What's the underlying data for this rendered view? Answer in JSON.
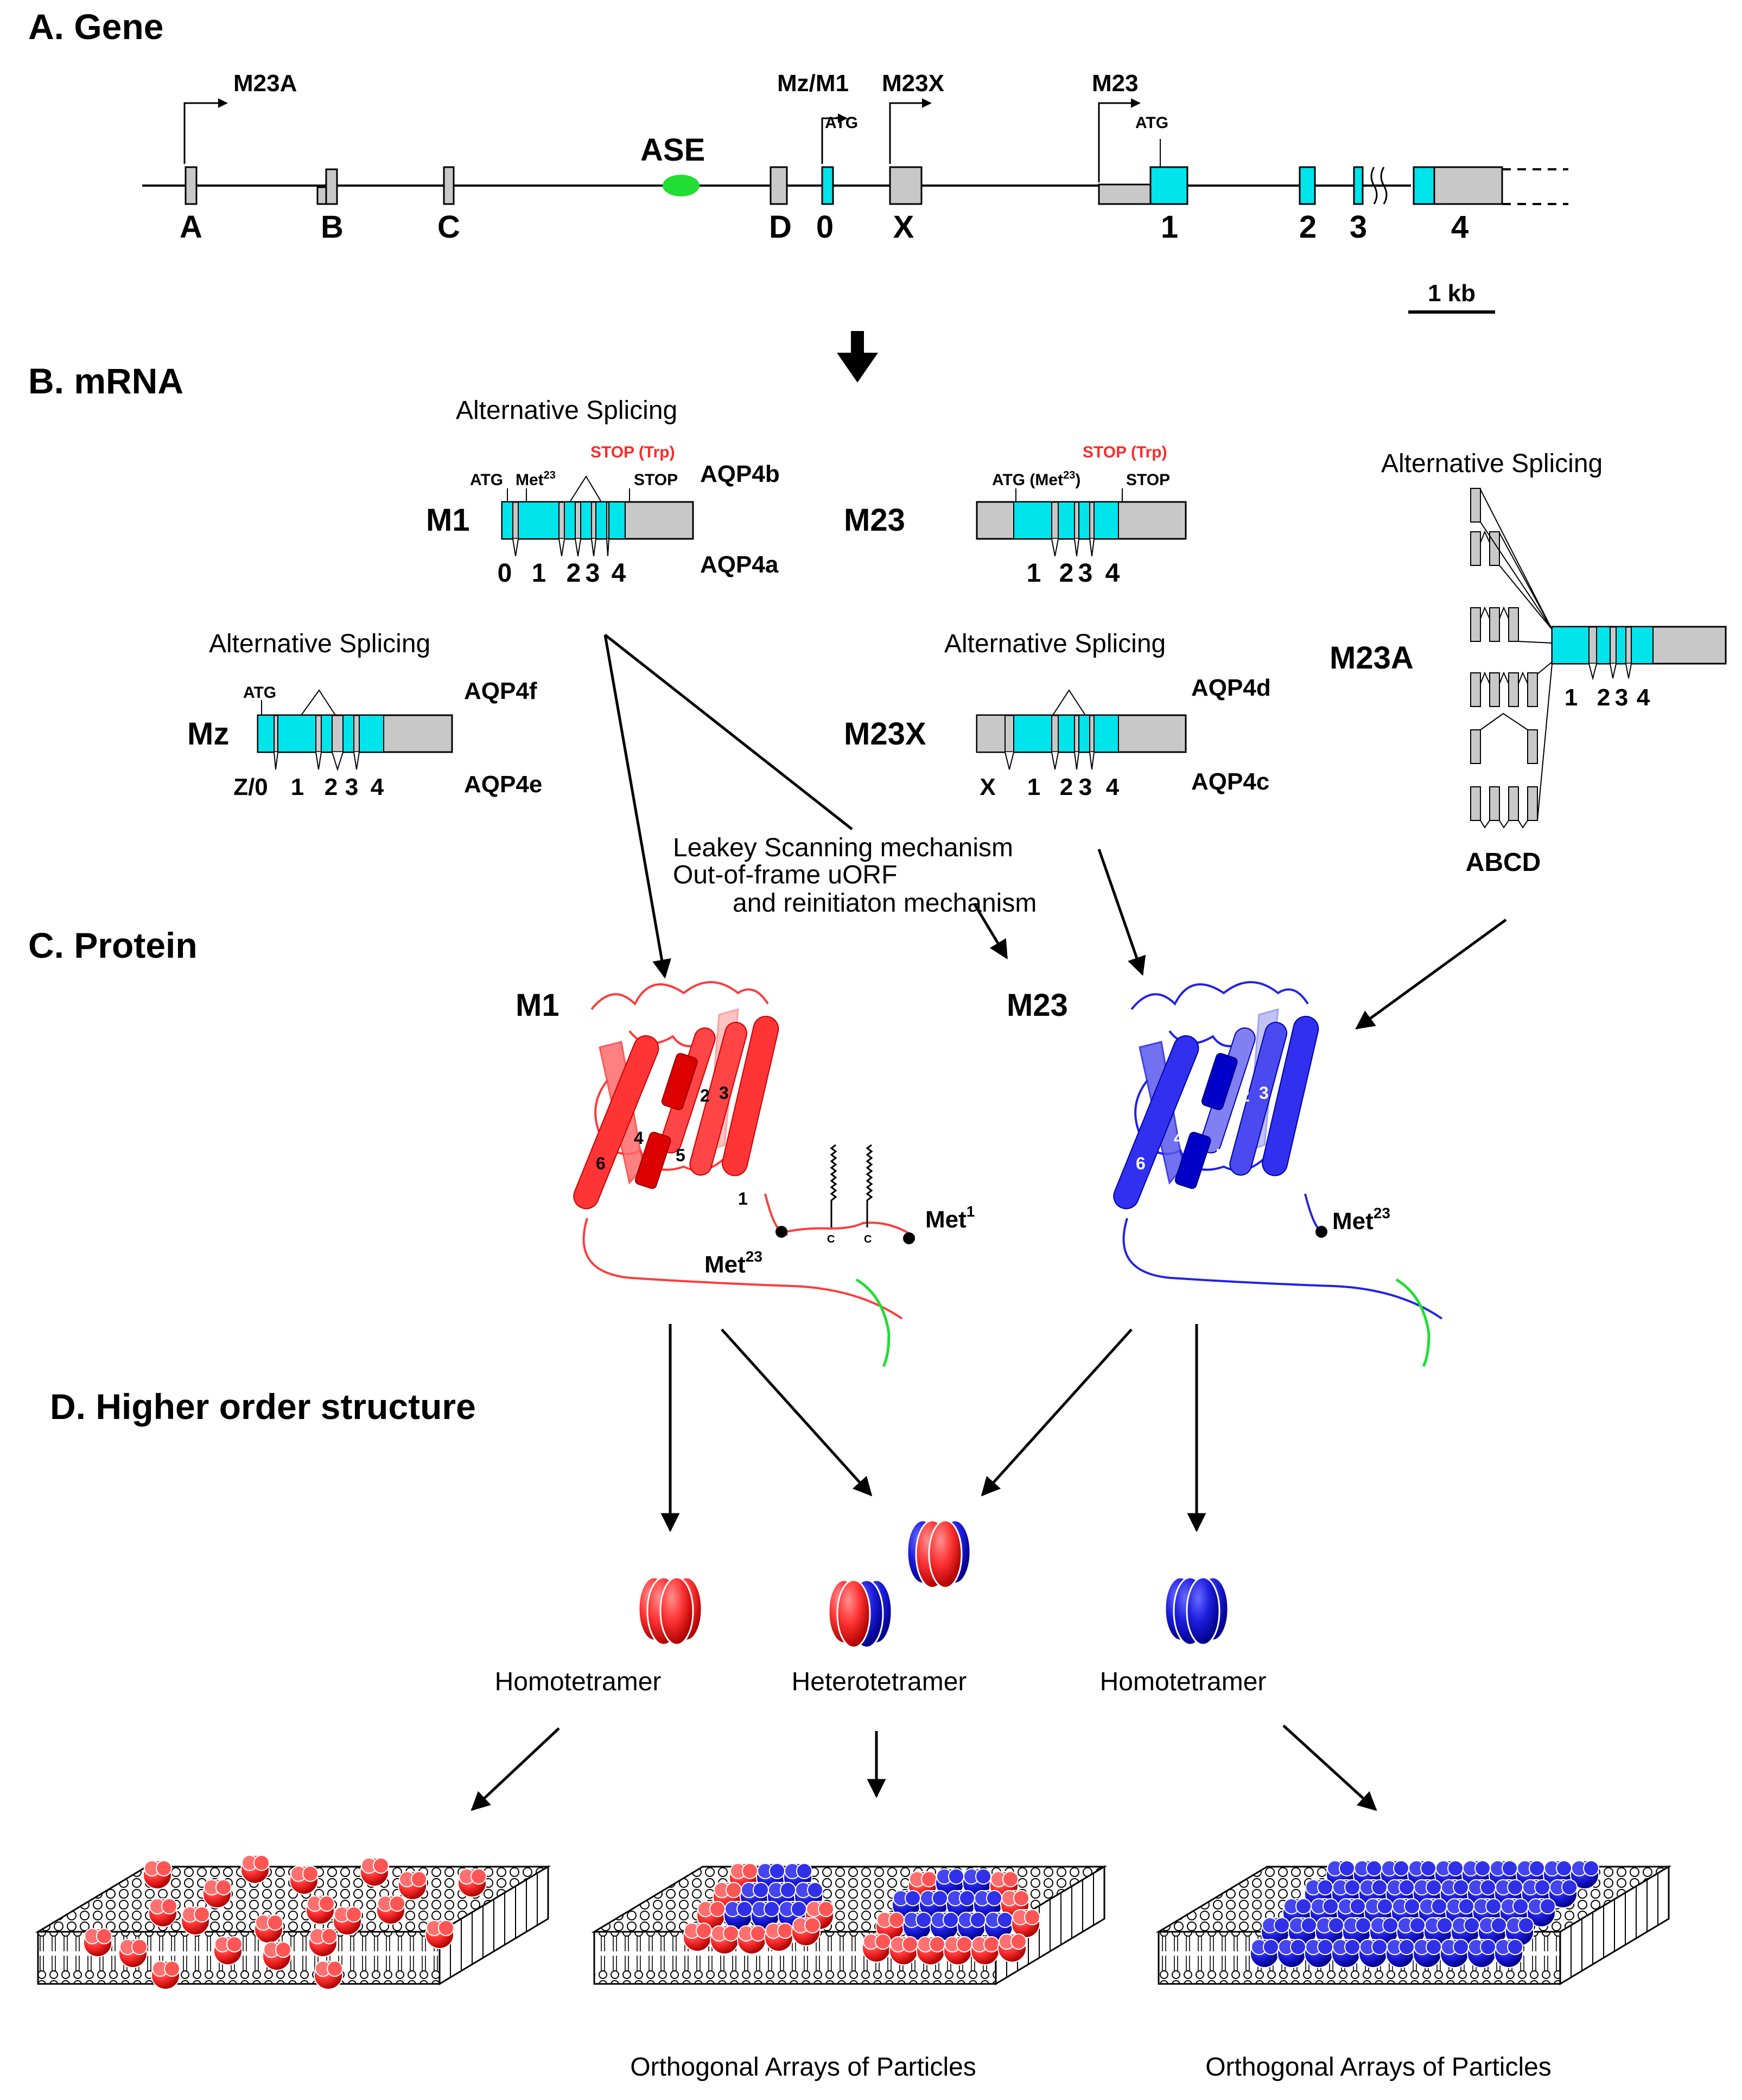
{
  "sections": {
    "gene": "A. Gene",
    "mrna": "B. mRNA",
    "protein": "C. Protein",
    "higher": "D. Higher order structure"
  },
  "gene": {
    "promoters": [
      "M23A",
      "Mz/M1",
      "M23X",
      "M23"
    ],
    "atg": "ATG",
    "ase": "ASE",
    "exons": [
      "A",
      "B",
      "C",
      "D",
      "0",
      "X",
      "1",
      "2",
      "3",
      "4"
    ],
    "scale": "1 kb"
  },
  "mrna": {
    "alt_splicing": "Alternative Splicing",
    "stop_trp": "STOP (Trp)",
    "stop": "STOP",
    "atg": "ATG",
    "met_base": "Met",
    "met_sup": "23",
    "atg_met_prefix": "ATG (Met",
    "atg_met_suffix": ")",
    "m1": {
      "name": "M1",
      "iso_top": "AQP4b",
      "iso_bottom": "AQP4a",
      "exons": [
        "0",
        "1",
        "2",
        "3",
        "4"
      ]
    },
    "m23": {
      "name": "M23",
      "exons": [
        "1",
        "2",
        "3",
        "4"
      ]
    },
    "mz": {
      "name": "Mz",
      "iso_top": "AQP4f",
      "iso_bottom": "AQP4e",
      "exons": [
        "Z/0",
        "1",
        "2",
        "3",
        "4"
      ]
    },
    "m23x": {
      "name": "M23X",
      "iso_top": "AQP4d",
      "iso_bottom": "AQP4c",
      "exons": [
        "X",
        "1",
        "2",
        "3",
        "4"
      ]
    },
    "m23a": {
      "name": "M23A",
      "exons": [
        "1",
        "2",
        "3",
        "4"
      ],
      "bottom": "ABCD"
    }
  },
  "mechanism": {
    "line1": "Leakey Scanning mechanism",
    "line2": "Out-of-frame uORF",
    "line3": "and reinitiaton mechanism"
  },
  "protein": {
    "m1_label": "M1",
    "m23_label": "M23",
    "helices": [
      "1",
      "2",
      "3",
      "4",
      "5",
      "6"
    ],
    "met1_base": "Met",
    "met1_sup": "1",
    "met23_base": "Met",
    "met23_sup": "23",
    "cys": "C"
  },
  "tetramers": {
    "homo1": "Homotetramer",
    "hetero": "Heterotetramer",
    "homo2": "Homotetramer"
  },
  "arrays": {
    "label1": "Orthogonal Arrays of Particles",
    "label2": "Orthogonal Arrays of Particles"
  },
  "colors": {
    "cyan": "#00e4ec",
    "grey": "#c8c8c8",
    "red": "#ff3b3b",
    "blue": "#2222e6",
    "green": "#22dd33",
    "stop_red": "#ff2a2a"
  }
}
